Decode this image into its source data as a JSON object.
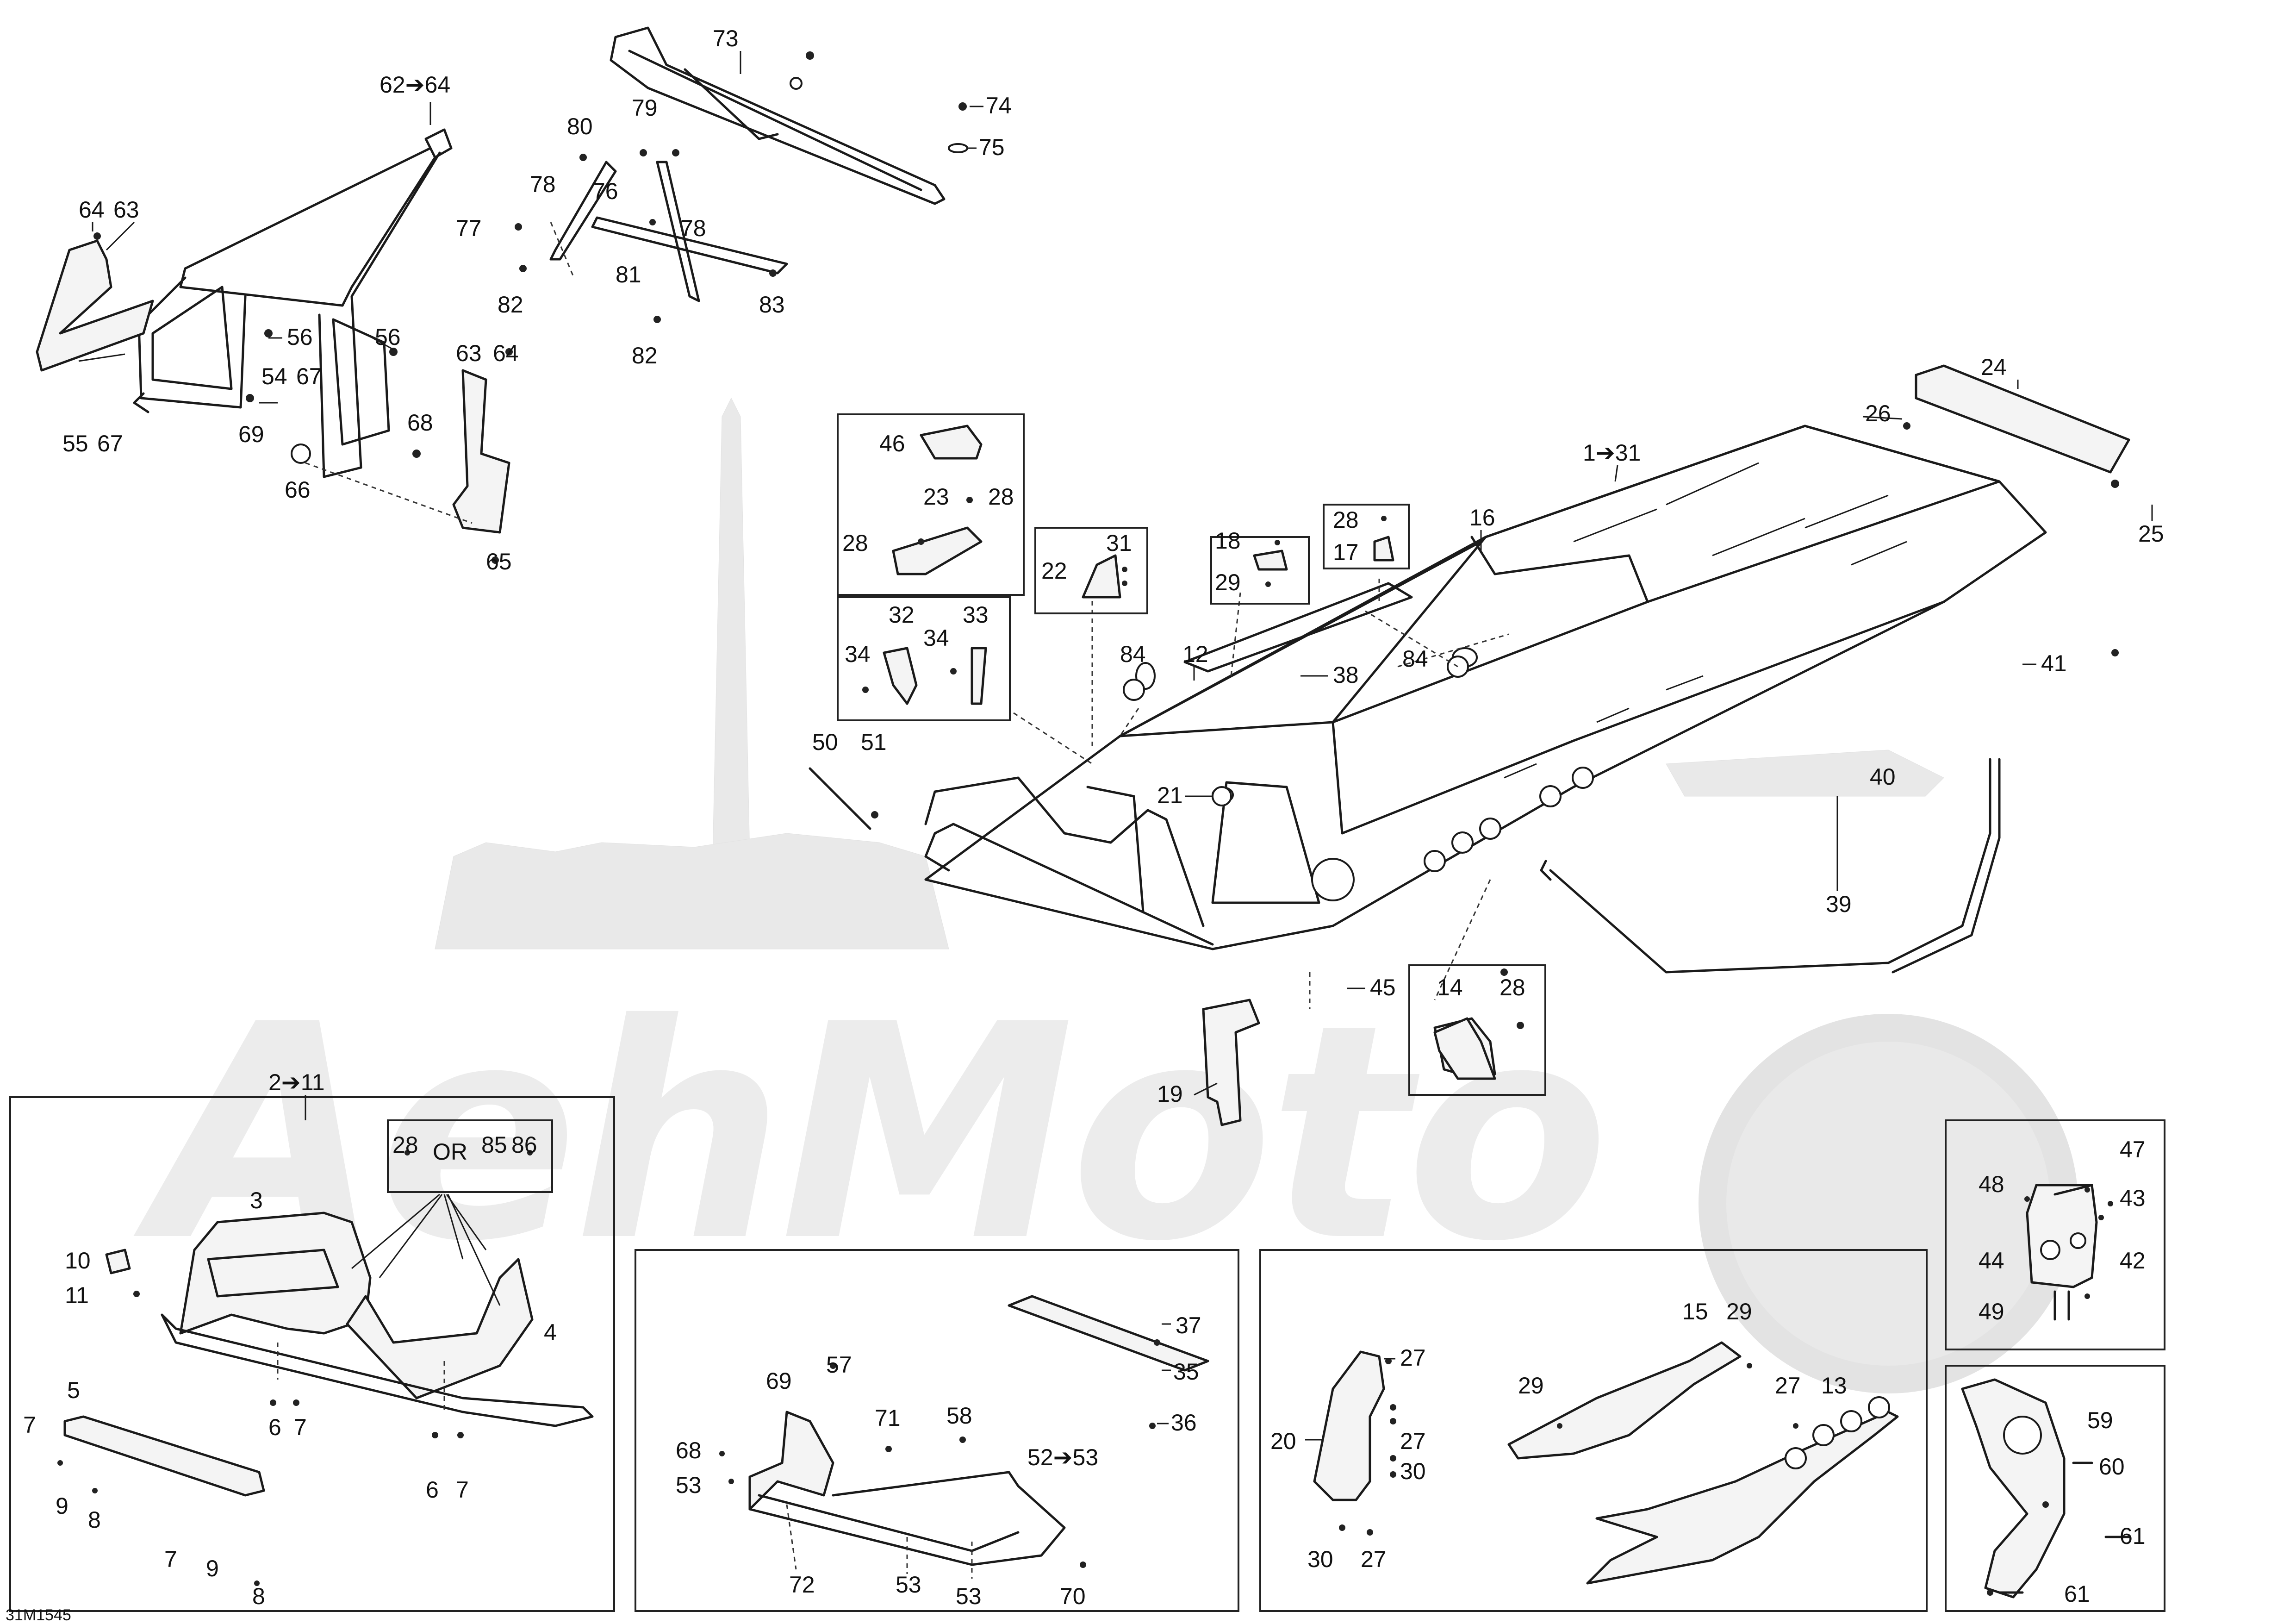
{
  "diagram_code": "31M1545",
  "watermark_text": "AehMoto",
  "callouts": {
    "c1_31": "1➔31",
    "c2_11": "2➔11",
    "c3": "3",
    "c4": "4",
    "c5": "5",
    "c6a": "6",
    "c6b": "6",
    "c7a": "7",
    "c7b": "7",
    "c7c": "7",
    "c7d": "7",
    "c8a": "8",
    "c8b": "8",
    "c9a": "9",
    "c9b": "9",
    "c10": "10",
    "c11": "11",
    "c12": "12",
    "c13": "13",
    "c14": "14",
    "c15": "15",
    "c16": "16",
    "c17": "17",
    "c18": "18",
    "c19": "19",
    "c20": "20",
    "c21": "21",
    "c22": "22",
    "c23": "23",
    "c24": "24",
    "c25": "25",
    "c26": "26",
    "c27a": "27",
    "c27b": "27",
    "c27c": "27",
    "c27d": "27",
    "c28a": "28",
    "c28b": "28",
    "c28c": "28",
    "c28d": "28",
    "c28e": "28",
    "c29a": "29",
    "c29b": "29",
    "c29c": "29",
    "c30a": "30",
    "c30b": "30",
    "c31": "31",
    "c32": "32",
    "c33": "33",
    "c34a": "34",
    "c34b": "34",
    "c35": "35",
    "c36": "36",
    "c37": "37",
    "c38": "38",
    "c39": "39",
    "c40": "40",
    "c41": "41",
    "c42": "42",
    "c43": "43",
    "c44": "44",
    "c45": "45",
    "c46": "46",
    "c47": "47",
    "c48": "48",
    "c49": "49",
    "c50": "50",
    "c51": "51",
    "c52_53": "52➔53",
    "c53a": "53",
    "c53b": "53",
    "c53c": "53",
    "c54": "54",
    "c55": "55",
    "c56a": "56",
    "c56b": "56",
    "c57": "57",
    "c58": "58",
    "c59": "59",
    "c60": "60",
    "c61a": "61",
    "c61b": "61",
    "c62_64": "62➔64",
    "c63a": "63",
    "c63b": "63",
    "c64a": "64",
    "c64b": "64",
    "c65": "65",
    "c66": "66",
    "c67a": "67",
    "c67b": "67",
    "c68a": "68",
    "c68b": "68",
    "c69a": "69",
    "c69b": "69",
    "c70": "70",
    "c71": "71",
    "c72": "72",
    "c73": "73",
    "c74": "74",
    "c75": "75",
    "c76": "76",
    "c77": "77",
    "c78a": "78",
    "c78b": "78",
    "c79": "79",
    "c80": "80",
    "c81": "81",
    "c82a": "82",
    "c82b": "82",
    "c83": "83",
    "c84a": "84",
    "c84b": "84",
    "c85": "85",
    "c86": "86",
    "or_text": "OR"
  }
}
